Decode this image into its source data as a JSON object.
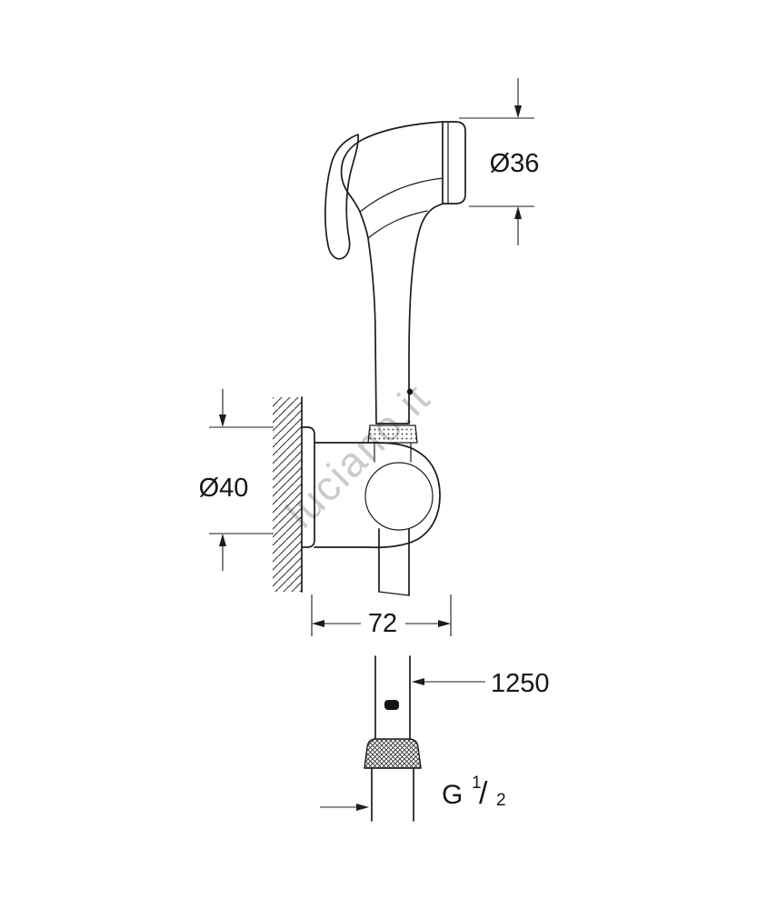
{
  "page": {
    "background": "#ffffff"
  },
  "drawing": {
    "type": "technical-dimension-drawing",
    "subject": "hand-shower-with-wall-holder-and-hose",
    "line_color": "#1c1c1c",
    "watermark_color": "#bfbfbf",
    "watermark": "luciano.it",
    "dimensions": {
      "head_diameter": "Ø36",
      "rosette_diameter": "Ø40",
      "wall_offset": "72",
      "hose_length": "1250",
      "thread": {
        "prefix": "G",
        "numerator": "1",
        "slash": "/",
        "denominator": "2"
      }
    }
  }
}
